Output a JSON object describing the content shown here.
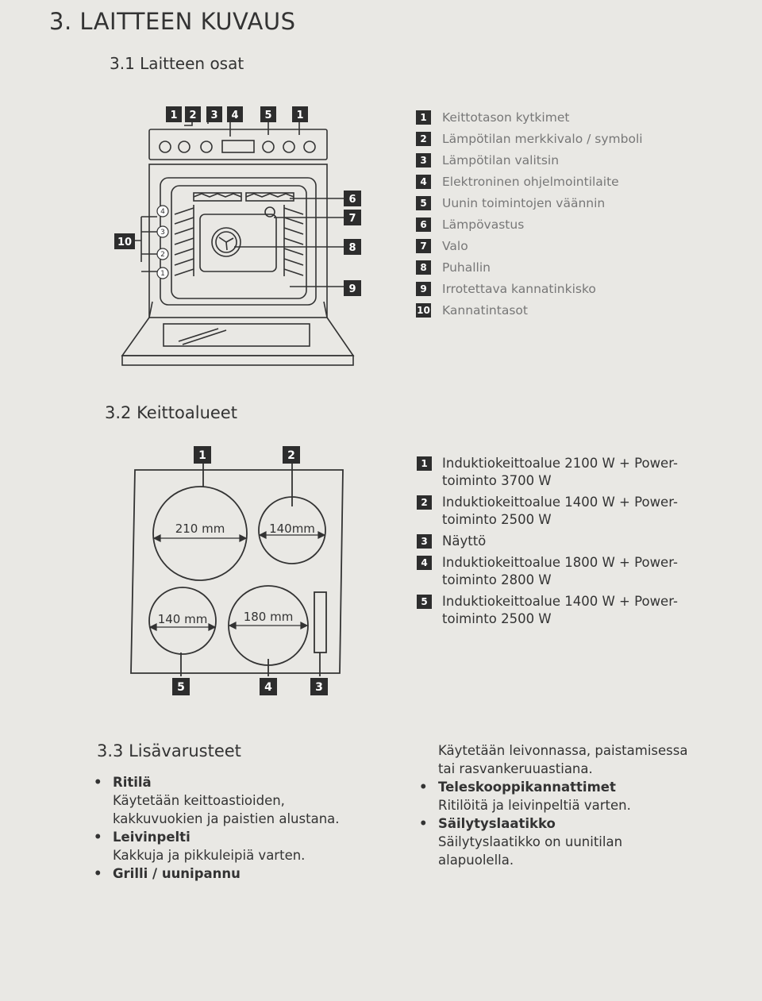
{
  "heading": "3. LAITTEEN KUVAUS",
  "section1": {
    "title": "3.1 Laitteen osat",
    "diagram_labels": [
      "1",
      "2",
      "3",
      "4",
      "5",
      "1",
      "6",
      "7",
      "8",
      "9",
      "10"
    ],
    "shelf_levels": [
      "4",
      "3",
      "2",
      "1"
    ],
    "legend": [
      {
        "num": "1",
        "text": "Keittotason kytkimet"
      },
      {
        "num": "2",
        "text": "Lämpötilan merkkivalo / symboli"
      },
      {
        "num": "3",
        "text": "Lämpötilan valitsin"
      },
      {
        "num": "4",
        "text": "Elektroninen ohjelmointilaite"
      },
      {
        "num": "5",
        "text": "Uunin toimintojen väännin"
      },
      {
        "num": "6",
        "text": "Lämpövastus"
      },
      {
        "num": "7",
        "text": "Valo"
      },
      {
        "num": "8",
        "text": "Puhallin"
      },
      {
        "num": "9",
        "text": "Irrotettava kannatinkisko"
      },
      {
        "num": "10",
        "text": "Kannatintasot"
      }
    ]
  },
  "section2": {
    "title": "3.2 Keittoalueet",
    "zones": {
      "z1": "210 mm",
      "z2": "140mm",
      "z5": "140 mm",
      "z4": "180 mm"
    },
    "zone_numbers": {
      "n1": "1",
      "n2": "2",
      "n3": "3",
      "n4": "4",
      "n5": "5"
    },
    "legend": [
      {
        "num": "1",
        "line1": "Induktiokeittoalue 2100 W + Power-",
        "line2": "toiminto 3700 W"
      },
      {
        "num": "2",
        "line1": "Induktiokeittoalue 1400 W + Power-",
        "line2": "toiminto 2500 W"
      },
      {
        "num": "3",
        "line1": "Näyttö",
        "line2": ""
      },
      {
        "num": "4",
        "line1": "Induktiokeittoalue 1800 W + Power-",
        "line2": "toiminto 2800 W"
      },
      {
        "num": "5",
        "line1": "Induktiokeittoalue 1400 W + Power-",
        "line2": "toiminto 2500 W"
      }
    ]
  },
  "section3": {
    "title": "3.3 Lisävarusteet",
    "left": [
      {
        "title": "Ritilä",
        "desc1": "Käytetään keittoastioiden,",
        "desc2": "kakkuvuokien ja paistien alustana."
      },
      {
        "title": "Leivinpelti",
        "desc1": "Kakkuja ja pikkuleipiä varten.",
        "desc2": ""
      },
      {
        "title": "Grilli / uunipannu",
        "desc1": "",
        "desc2": ""
      }
    ],
    "right_continuation": [
      "Käytetään leivonnassa, paistamisessa",
      "tai rasvankeruuastiana."
    ],
    "right": [
      {
        "title": "Teleskooppikannattimet",
        "desc1": "Ritilöitä ja leivinpeltiä varten.",
        "desc2": ""
      },
      {
        "title": "Säilytyslaatikko",
        "desc1": "Säilytyslaatikko on uunitilan",
        "desc2": "alapuolella."
      }
    ]
  }
}
